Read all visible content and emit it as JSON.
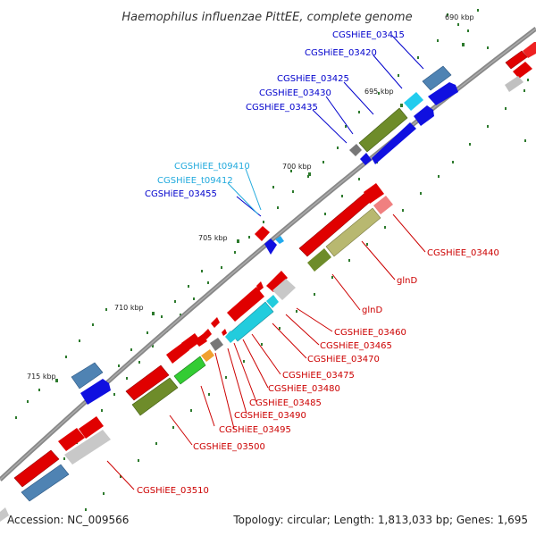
{
  "title": "Haemophilus influenzae PittEE, complete genome",
  "footer": {
    "accession": "Accession: NC_009566",
    "summary": "Topology: circular; Length: 1,813,033 bp; Genes: 1,695"
  },
  "colors": {
    "backbone": "#888888",
    "label_blue": "#0000cc",
    "label_cyan": "#22aadd",
    "label_red": "#cc0000",
    "tick": "#2d7a2d"
  },
  "scale_labels": [
    "690 kbp",
    "695 kbp",
    "700 kbp",
    "705 kbp",
    "710 kbp",
    "715 kbp"
  ],
  "gene_labels": {
    "blue": [
      "CGSHiEE_03415",
      "CGSHiEE_03420",
      "CGSHiEE_03425",
      "CGSHiEE_03430",
      "CGSHiEE_03435",
      "CGSHiEE_03455"
    ],
    "cyan": [
      "CGSHiEE_t09410",
      "CGSHiEE_t09412"
    ],
    "red": [
      "CGSHiEE_03440",
      "glnD",
      "glnD",
      "CGSHiEE_03460",
      "CGSHiEE_03465",
      "CGSHiEE_03470",
      "CGSHiEE_03475",
      "CGSHiEE_03480",
      "CGSHiEE_03485",
      "CGSHiEE_03490",
      "CGSHiEE_03495",
      "CGSHiEE_03500",
      "CGSHiEE_03510"
    ]
  }
}
